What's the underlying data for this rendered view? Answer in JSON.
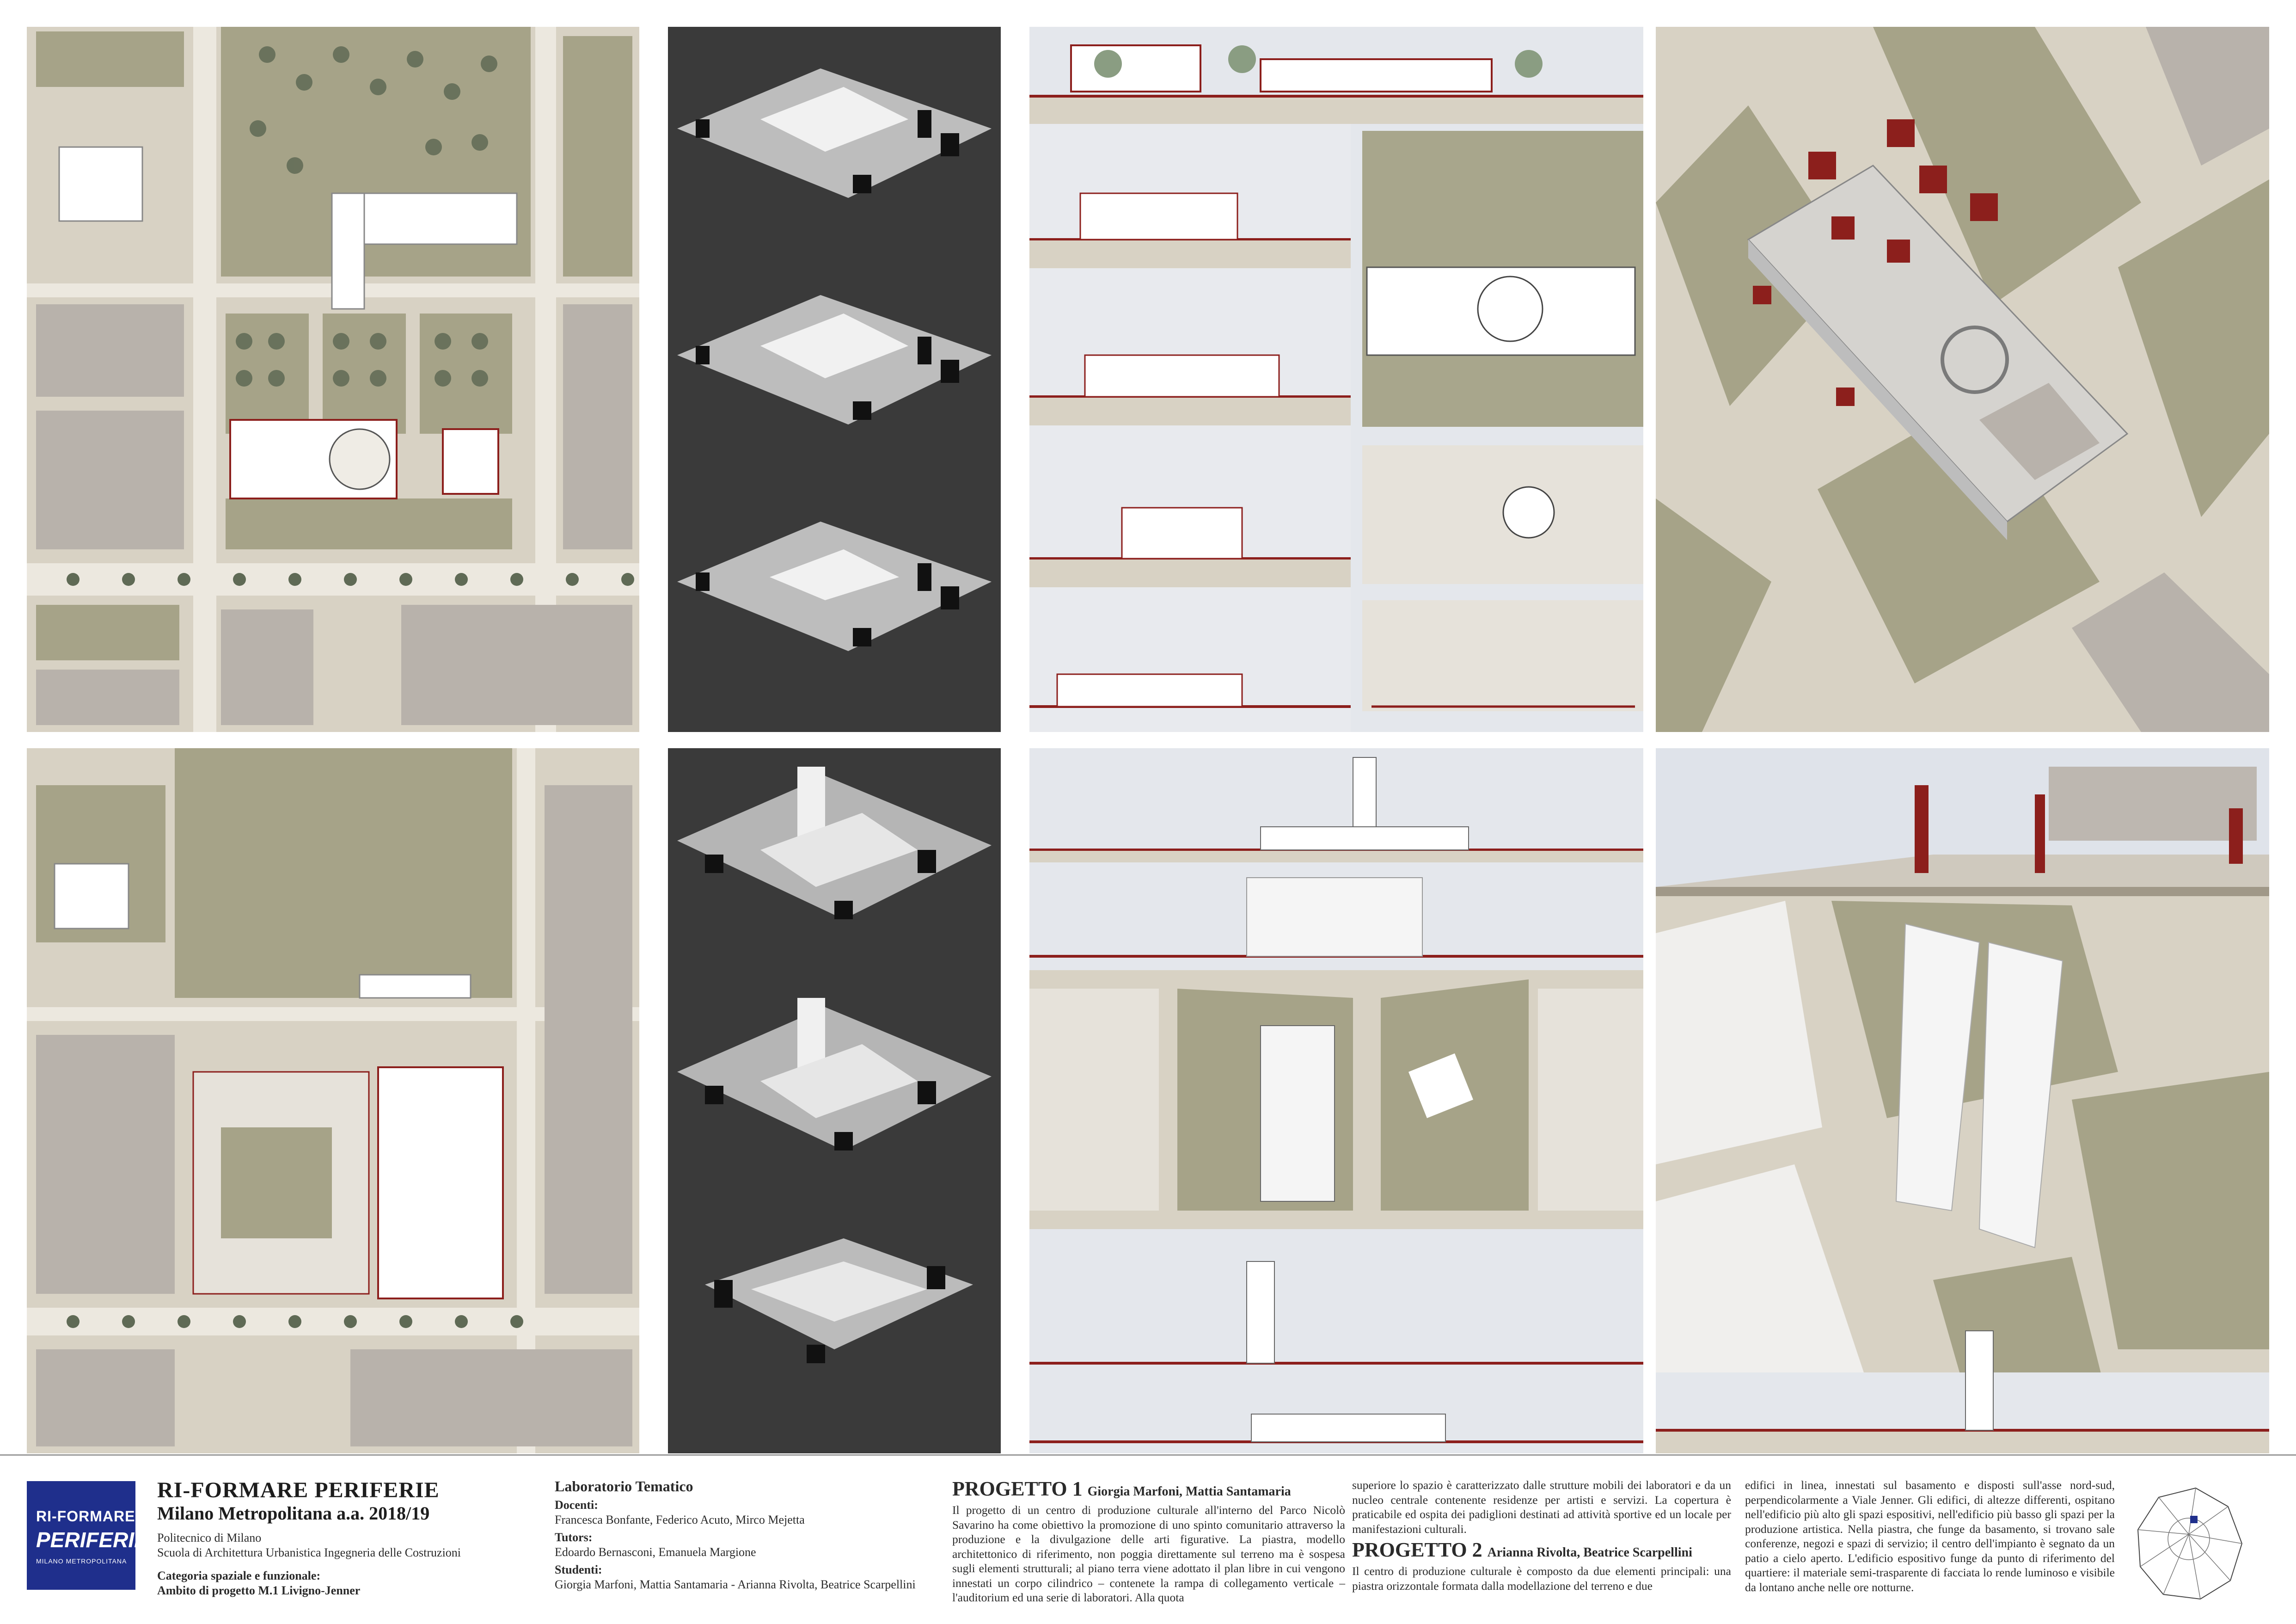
{
  "footer": {
    "logo": {
      "line1": "RI-FORMARE",
      "line2": "PERIFERIE",
      "line3": "MILANO METROPOLITANA"
    },
    "title": "RI-FORMARE PERIFERIE",
    "subtitle": "Milano Metropolitana a.a. 2018/19",
    "institution": [
      "Politecnico di Milano",
      "Scuola di Architettura Urbanistica Ingegneria delle Costruzioni"
    ],
    "category": [
      "Categoria spaziale e funzionale:",
      "Ambito di progetto M.1 Livigno-Jenner"
    ],
    "lab": {
      "heading": "Laboratorio Tematico",
      "docenti_label": "Docenti:",
      "docenti": "Francesca Bonfante, Federico Acuto, Mirco Mejetta",
      "tutors_label": "Tutors:",
      "tutors": "Edoardo Bernasconi, Emanuela Margione",
      "studenti_label": "Studenti:",
      "studenti": "Giorgia Marfoni, Mattia Santamaria - Arianna Rivolta, Beatrice Scarpellini"
    },
    "p1": {
      "label": "PROGETTO 1",
      "authors": "Giorgia Marfoni, Mattia Santamaria",
      "text_a": "Il progetto di un centro di produzione culturale all'interno del Parco Nicolò Savarino ha come obiettivo la promozione di uno spinto comunitario attraverso la produzione e la divulgazione delle arti figurative. La piastra, modello architettonico di riferimento, non poggia direttamente sul terreno ma è sospesa sugli elementi strutturali; al piano terra viene adottato il plan libre in cui vengono innestati un corpo cilindrico – contenete la rampa di collegamento verticale – l'auditorium ed una serie di laboratori. Alla quota",
      "text_b": "superiore lo spazio è caratterizzato dalle strutture mobili dei laboratori e da un nucleo centrale contenente residenze per artisti e servizi. La copertura è praticabile ed ospita dei padiglioni destinati ad attività sportive ed un locale per manifestazioni culturali."
    },
    "p2": {
      "label": "PROGETTO 2",
      "authors": "Arianna Rivolta, Beatrice Scarpellini",
      "text_a": "Il centro di produzione culturale è composto da due elementi principali: una piastra orizzontale formata dalla modellazione del terreno e due",
      "text_b": "edifici in linea, innestati sul basamento e disposti sull'asse nord-sud, perpendicolarmente a Viale Jenner. Gli edifici, di altezze differenti, ospitano nell'edificio più alto gli spazi espositivi, nell'edificio più basso gli spazi per la produzione artistica. Nella piastra, che funge da basamento, si trovano sale conferenze, negozi e spazi di servizio; il centro dell'impianto è segnato da un patio a cielo aperto. L'edificio espositivo funge da punto di riferimento del quartiere: il materiale semi-trasparente di facciata lo rende luminoso e visibile da lontano anche nelle ore notturne."
    }
  },
  "colors": {
    "ground": "#d8d2c4",
    "block": "#b8b2ab",
    "green": "#a09c84",
    "accent": "#8c1f1c",
    "model_bg": "#3a3a3a",
    "logo_blue": "#1f2f8c"
  }
}
